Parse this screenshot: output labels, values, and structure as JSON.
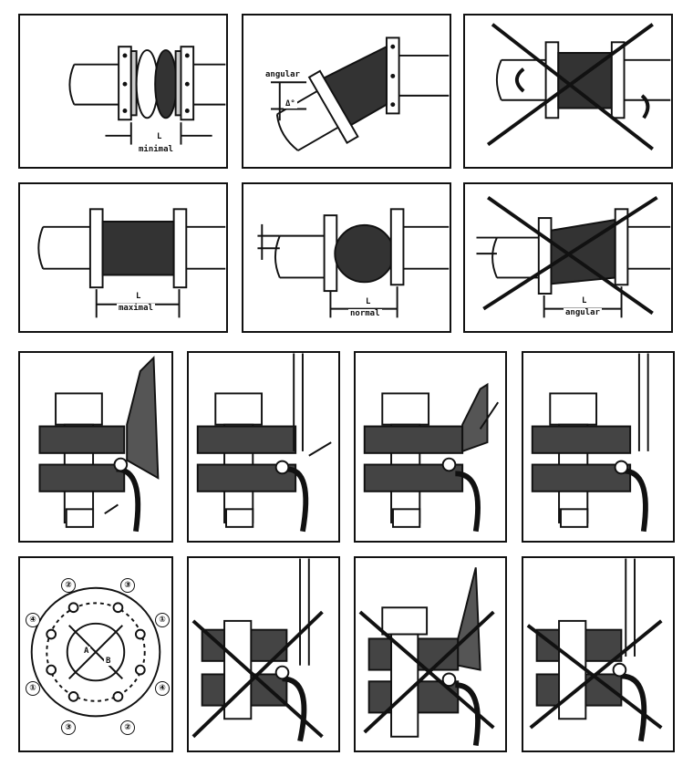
{
  "diagram": {
    "row1": {
      "p1": {
        "l_letter": "L",
        "caption": "minimal"
      },
      "p2": {
        "caption": "angular",
        "angle": "Δ°"
      },
      "p3": {}
    },
    "row2": {
      "p1": {
        "l_letter": "L",
        "caption": "maximal"
      },
      "p2": {
        "l_letter": "L",
        "caption": "normal"
      },
      "p3": {
        "l_letter": "L",
        "caption": "angular"
      }
    },
    "bolt_pattern": {
      "labels": [
        "②",
        "③",
        "④",
        "①",
        "①",
        "④",
        "③",
        "②"
      ],
      "center_marks": [
        "A",
        "B"
      ]
    }
  }
}
